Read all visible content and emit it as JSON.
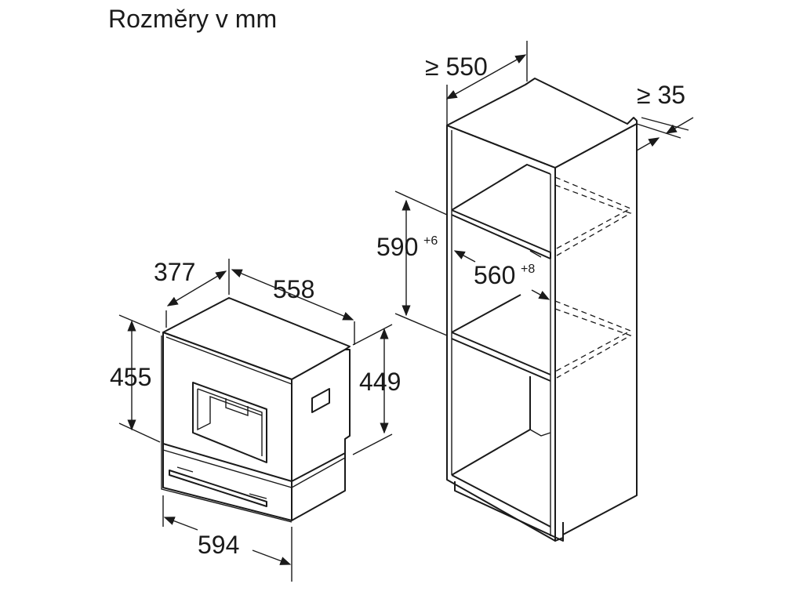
{
  "title": "Rozměry v mm",
  "dimensions": {
    "cabinet_width": "≥ 550",
    "cabinet_gap": "≥ 35",
    "niche_height": "590",
    "niche_height_tol": "+6",
    "niche_width": "560",
    "niche_width_tol": "+8",
    "appliance_depth": "377",
    "appliance_depth_total": "558",
    "appliance_height": "455",
    "appliance_height_back": "449",
    "appliance_width": "594"
  }
}
